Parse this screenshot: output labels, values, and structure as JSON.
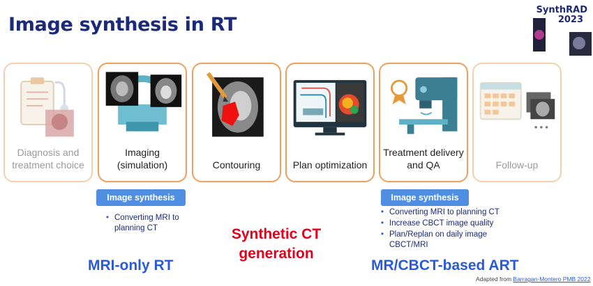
{
  "title": "Image synthesis in RT",
  "logo": {
    "line1": "SynthRAD",
    "line2": "2023"
  },
  "workflow": [
    {
      "id": "diagnosis",
      "label": "Diagnosis and treatment choice",
      "faded": true
    },
    {
      "id": "imaging",
      "label": "Imaging (simulation)",
      "faded": false
    },
    {
      "id": "contouring",
      "label": "Contouring",
      "faded": false
    },
    {
      "id": "plan",
      "label": "Plan optimization",
      "faded": false
    },
    {
      "id": "treatment",
      "label": "Treatment delivery and QA",
      "faded": false
    },
    {
      "id": "followup",
      "label": "Follow-up",
      "faded": true
    }
  ],
  "left_synthesis": {
    "badge": "Image synthesis",
    "bullets": [
      "Converting MRI to planning CT"
    ]
  },
  "right_synthesis": {
    "badge": "Image synthesis",
    "bullets": [
      "Converting MRI to planning CT",
      "Increase CBCT image quality",
      "Plan/Replan on daily image CBCT/MRI"
    ]
  },
  "mri_only": "MRI-only RT",
  "synthetic_ct": "Synthetic CT generation",
  "mr_cbct": "MR/CBCT-based ART",
  "credit": {
    "prefix": "Adapted from",
    "link": "Barragan-Montero PMB 2022"
  },
  "colors": {
    "title": "#1b2a78",
    "accent_orange": "#f0a05a",
    "badge": "#4f8ee0",
    "red": "#e2001a",
    "blue": "#2a5bd7"
  }
}
